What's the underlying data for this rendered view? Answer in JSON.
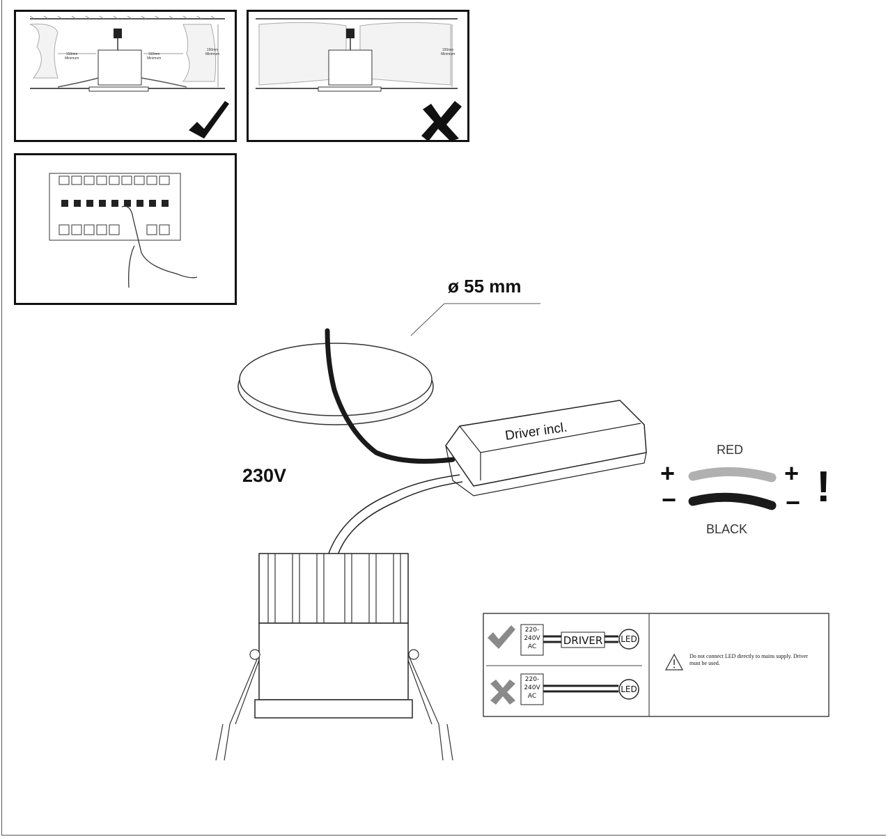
{
  "panel_correct": {
    "dim_left": "150mm\nMinimum",
    "dim_right": "150mm\nMinimum",
    "dim_height": "150mm\nMinimum"
  },
  "panel_incorrect": {
    "dim_height": "150mm\nMinimum"
  },
  "diameter_label": "ø 55 mm",
  "driver_label": "Driver incl.",
  "voltage_label": "230V",
  "polarity": {
    "red_label": "RED",
    "black_label": "BLACK",
    "plus": "+",
    "minus": "−",
    "warning_mark": "!"
  },
  "wiring_box": {
    "supply_label": "220-\n240V\nAC",
    "driver_label": "DRIVER",
    "led_label": "LED",
    "warning_text": "Do not connect LED directly to mains supply. Driver must be used."
  },
  "colors": {
    "red_wire": "#b0b0b0",
    "black_wire": "#1a1a1a",
    "check_grey": "#8a8a8a"
  }
}
